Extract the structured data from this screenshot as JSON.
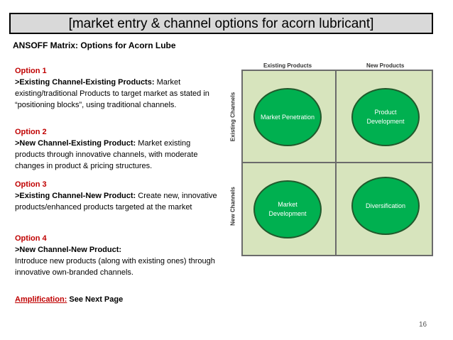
{
  "title": "[market entry & channel options for acorn lubricant]",
  "subtitle": "ANSOFF Matrix: Options for Acorn Lube",
  "options": [
    {
      "head": "Option 1",
      "bold": ">Existing Channel-Existing Products:",
      "text": " Market existing/traditional Products to target market as stated in “positioning blocks”, using traditional channels."
    },
    {
      "head": "Option 2",
      "bold": ">New Channel-Existing Product:",
      "text": " Market  existing products through innovative channels,  with moderate changes in product & pricing structures."
    },
    {
      "head": "Option 3",
      "bold": ">Existing Channel-New Product:",
      "text": "  Create new, innovative products/enhanced products targeted at the market"
    },
    {
      "head": "Option 4",
      "bold": ">New Channel-New Product:",
      "text": "Introduce new products (along with existing ones) through innovative own-branded channels."
    }
  ],
  "amplification": {
    "label": "Amplification:",
    "text": "  See Next Page"
  },
  "page_number": "16",
  "matrix": {
    "col_headers": [
      "Existing Products",
      "New Products"
    ],
    "row_headers": [
      "Existing Channels",
      "New Channels"
    ],
    "cells": [
      "Market Penetration",
      "Product Development",
      "Market Development",
      "Diversification"
    ],
    "colors": {
      "grid_fill": "#d7e4bd",
      "circle_fill": "#00b050",
      "accent_red": "#c00000"
    }
  }
}
